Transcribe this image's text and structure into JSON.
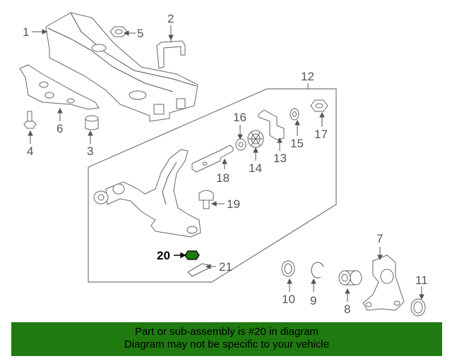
{
  "callouts": [
    "1",
    "2",
    "3",
    "4",
    "5",
    "6",
    "7",
    "8",
    "9",
    "10",
    "11",
    "12",
    "13",
    "14",
    "15",
    "16",
    "17",
    "18",
    "19",
    "20",
    "21"
  ],
  "highlighted_part": "20",
  "highlight_color": "#1f7a10",
  "banner": {
    "line1": "Part or sub-assembly is #20 in diagram",
    "line2": "Diagram may not be specific to your vehicle"
  }
}
